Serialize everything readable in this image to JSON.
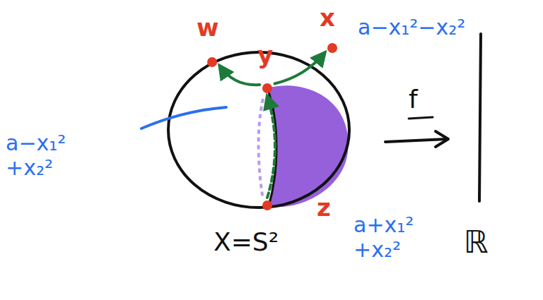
{
  "diagram": {
    "nodes": [
      {
        "text": [
          "w"
        ]
      },
      {
        "text": [
          "x"
        ]
      },
      {
        "text": [
          "y"
        ]
      },
      {
        "text": [
          "z"
        ]
      }
    ],
    "edges": [
      {
        "from": 2,
        "to": 0,
        "arrow": "to"
      },
      {
        "from": 2,
        "to": 1,
        "arrow": "to"
      },
      {
        "from": 3,
        "to": 2,
        "arrow": "to"
      }
    ],
    "labels": [
      "a−x₁²−x₂²",
      "f",
      "a−x₁² +x₂²",
      "X=S²",
      "a+x₁² +x₂²",
      "ℝ"
    ]
  }
}
